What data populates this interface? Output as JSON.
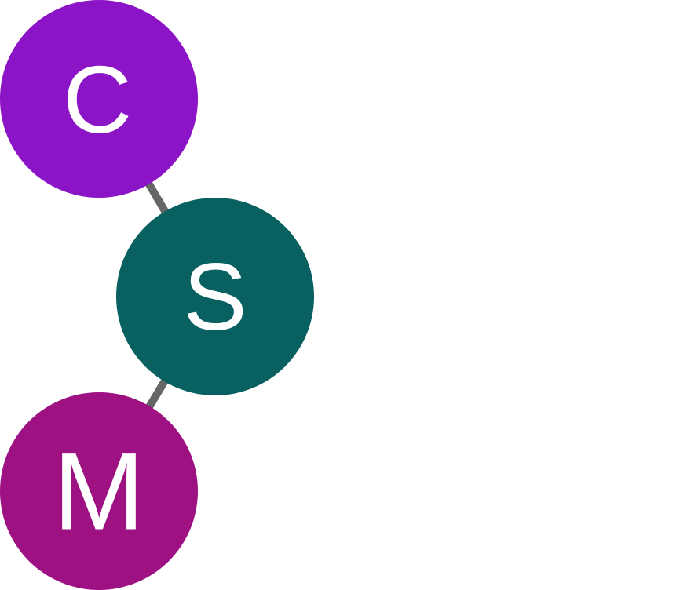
{
  "diagram": {
    "type": "node-graph",
    "nodes": [
      {
        "id": "node-c",
        "label": "C",
        "color": "#8a14c6"
      },
      {
        "id": "node-s",
        "label": "S",
        "color": "#096060"
      },
      {
        "id": "node-m",
        "label": "M",
        "color": "#9e1182"
      }
    ],
    "edges": [
      {
        "from": "node-c",
        "to": "node-s",
        "color": "#666666"
      },
      {
        "from": "node-s",
        "to": "node-m",
        "color": "#666666"
      }
    ]
  }
}
